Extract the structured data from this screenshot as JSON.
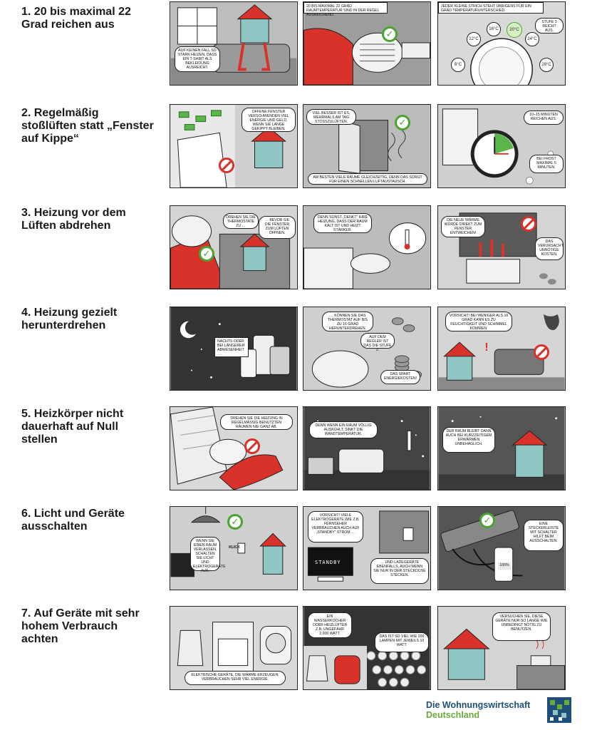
{
  "sections": [
    {
      "heading": "1. 20 bis maximal 22 Grad reichen aus",
      "panels": [
        {
          "captions": [
            "Auf keinen Fall so stark heizen, dass ein T-Shirt als Bekleidung ausreicht."
          ],
          "badge": ""
        },
        {
          "captions": [
            "20 bis maximal 22 Grad Raumtemperatur sind in der Regel ausreichend."
          ],
          "badge": "ok"
        },
        {
          "captions": [
            "Jeder kleine Strich steht übrigens für ein Grad Temperaturunterschied.",
            "Stufe 3 reicht aus."
          ],
          "badge": "",
          "temps": [
            "6°C",
            "12°C",
            "16°C",
            "20°C",
            "24°C",
            "28°C"
          ]
        }
      ]
    },
    {
      "heading": "2. Regelmäßig stoßlüften statt „Fenster auf Kippe“",
      "panels": [
        {
          "captions": [
            "Offene Fenster verschwenden viel Energie und Geld, wenn sie lange gekippt bleiben."
          ],
          "badge": "no"
        },
        {
          "captions": [
            "Viel besser ist es, mehrmals am Tag stoßzulüften.",
            "Am besten viele Räume gleichzeitig, denn das sorgt für einen schnellen Luftaustausch."
          ],
          "badge": "ok"
        },
        {
          "captions": [
            "10–15 Minuten reichen aus.",
            "Bei Frost maximal 5 Minuten."
          ],
          "badge": ""
        }
      ]
    },
    {
      "heading": "3. Heizung vor dem Lüften abdrehen",
      "panels": [
        {
          "captions": [
            "Drehen Sie die Thermostate zu …",
            "… bevor Sie die Fenster zum Lüften öffnen."
          ],
          "badge": "ok"
        },
        {
          "captions": [
            "Denn sonst „denkt“ Ihre Heizung, dass der Raum kalt ist und heizt stärker."
          ],
          "badge": ""
        },
        {
          "captions": [
            "Die neue Wärme würde direkt zum Fenster entweichen!",
            "Das verursacht unnötige Kosten."
          ],
          "badge": "no"
        }
      ]
    },
    {
      "heading": "4. Heizung gezielt herunterdrehen",
      "panels": [
        {
          "captions": [
            "Nachts oder bei längerer Abwesenheit …"
          ],
          "badge": ""
        },
        {
          "captions": [
            "… können Sie das Thermostat auf bis zu 16 Grad herunterdrehen.",
            "Auf dem Regler ist das die Stufe 2.",
            "Das spart Energiekosten!"
          ],
          "badge": ""
        },
        {
          "captions": [
            "Vorsicht! Bei weniger als 16 Grad kann es zu Feuchtigkeit und Schimmel kommen."
          ],
          "badge": "no"
        }
      ]
    },
    {
      "heading": "5. Heizkörper nicht dauerhaft auf Null stellen",
      "panels": [
        {
          "captions": [
            "Drehen Sie die Heizung in regelmäßig benutzten Räumen nie ganz ab."
          ],
          "badge": "no"
        },
        {
          "captions": [
            "Denn wenn ein Raum völlig auskühlt, sinkt die Wandtemperatur."
          ],
          "badge": ""
        },
        {
          "captions": [
            "Der Raum bleibt dann auch bei kurzzeitigem Erwärmen unbehaglich."
          ],
          "badge": ""
        }
      ]
    },
    {
      "heading": "6. Licht und Geräte ausschalten",
      "panels": [
        {
          "captions": [
            "Wenn Sie einen Raum verlassen, schalten Sie Licht und Elektrogeräte aus.",
            "Klick"
          ],
          "badge": "ok"
        },
        {
          "captions": [
            "Vorsicht! Viele Elektrogeräte wie z.B. Fernseher verbrauchen auch auf „Standby“ Strom …",
            "… und Ladegeräte ebenfalls, auch wenn sie nur in der Steckdose stecken."
          ],
          "badge": "",
          "tv": "STANDBY"
        },
        {
          "captions": [
            "Eine Steckerleiste mit Schalter hilft beim Ausschalten."
          ],
          "badge": "ok",
          "phone": "100%"
        }
      ]
    },
    {
      "heading": "7. Auf Geräte mit sehr hohem Verbrauch achten",
      "panels": [
        {
          "captions": [
            "Elektrische Geräte, die Wärme erzeugen, verbrauchen sehr viel Energie."
          ],
          "badge": ""
        },
        {
          "captions": [
            "Ein Wasserkocher oder Heizlüfter z.B. ungefähr 2.000 Watt.",
            "Das ist so viel wie 200 Lampen mit jeweils 10 Watt."
          ],
          "badge": ""
        },
        {
          "captions": [
            "Versuchen Sie, diese Geräte nur so lange wie unbedingt nötig zu benutzen."
          ],
          "badge": ""
        }
      ]
    }
  ],
  "footer": {
    "line1": "Die Wohnungswirtschaft",
    "line2": "Deutschland"
  },
  "colors": {
    "accent_red": "#d9322a",
    "ok_green": "#4aa52e",
    "house_teal": "#8fc6c4",
    "brand_blue": "#1e4e7a",
    "brand_green": "#6aaa3a"
  }
}
